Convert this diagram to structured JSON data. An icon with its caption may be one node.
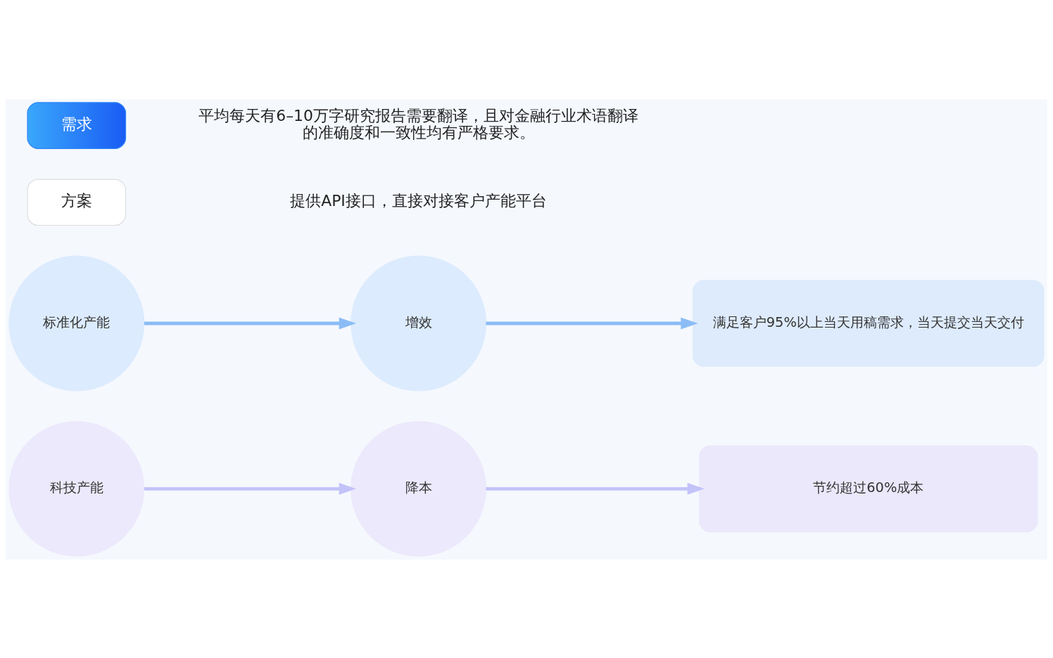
{
  "diagram": {
    "nodes": [
      {
        "text": [
          "需求"
        ]
      },
      {
        "text": [
          "方案"
        ]
      },
      {
        "text": [
          "标准化产能"
        ]
      },
      {
        "text": [
          "增效"
        ]
      },
      {
        "text": [
          "满足客户95%以上当天用稿需求，当天提交当天交付"
        ]
      },
      {
        "text": [
          "科技产能"
        ]
      },
      {
        "text": [
          "降本"
        ]
      },
      {
        "text": [
          "节约超过60%成本"
        ]
      }
    ],
    "edges": [
      {
        "from": 2,
        "to": 3,
        "arrow": "to",
        "color": "#8bbcf5"
      },
      {
        "from": 3,
        "to": 4,
        "arrow": "to",
        "color": "#8bbcf5"
      },
      {
        "from": 5,
        "to": 6,
        "arrow": "to",
        "color": "#c3c3fa"
      },
      {
        "from": 6,
        "to": 7,
        "arrow": "to",
        "color": "#c3c3fa"
      }
    ],
    "labels": [
      "平均每天有6–10万字研究报告需要翻译，且对金融行业术语翻译的准确度和一致性均有严格要求。",
      "提供API接口，直接对接客户产能平台"
    ]
  }
}
